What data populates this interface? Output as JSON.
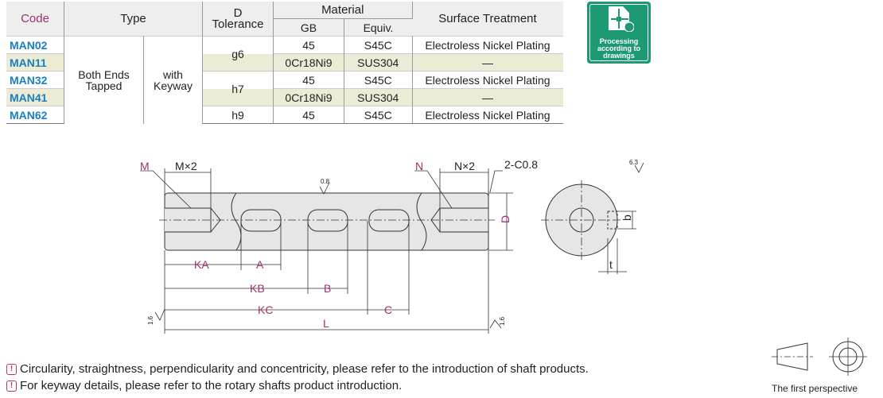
{
  "table": {
    "headers": {
      "code": "Code",
      "type": "Type",
      "tolerance_d": "D",
      "tolerance": "Tolerance",
      "material": "Material",
      "gb": "GB",
      "equiv": "Equiv.",
      "surface": "Surface Treatment"
    },
    "type_end": "Both Ends Tapped",
    "type_feature": "with Keyway",
    "tolerances": [
      "g6",
      "h7",
      "h9"
    ],
    "rows": [
      {
        "code": "MAN02",
        "gb": "45",
        "equiv": "S45C",
        "surface": "Electroless Nickel Plating"
      },
      {
        "code": "MAN11",
        "gb": "0Cr18Ni9",
        "equiv": "SUS304",
        "surface": "—"
      },
      {
        "code": "MAN32",
        "gb": "45",
        "equiv": "S45C",
        "surface": "Electroless Nickel Plating"
      },
      {
        "code": "MAN41",
        "gb": "0Cr18Ni9",
        "equiv": "SUS304",
        "surface": "—"
      },
      {
        "code": "MAN62",
        "gb": "45",
        "equiv": "S45C",
        "surface": "Electroless Nickel Plating"
      }
    ]
  },
  "badge": {
    "text": "Processing according to drawings",
    "color": "#1d9a74"
  },
  "drawing": {
    "M": "M",
    "Mx2": "M×2",
    "N": "N",
    "Nx2": "N×2",
    "chamfer": "2-C0.8",
    "rough_top": "0.8",
    "rough_end": "1.6",
    "rough_general": "6.3",
    "D": "D",
    "KA": "KA",
    "A": "A",
    "KB": "KB",
    "B": "B",
    "KC": "KC",
    "C": "C",
    "L": "L",
    "b": "b",
    "t": "t"
  },
  "notes": [
    "Circularity, straightness, perpendicularity and concentricity, please refer to the introduction of shaft products.",
    "For keyway details, please refer to the rotary shafts product introduction."
  ],
  "projection": "The first perspective"
}
